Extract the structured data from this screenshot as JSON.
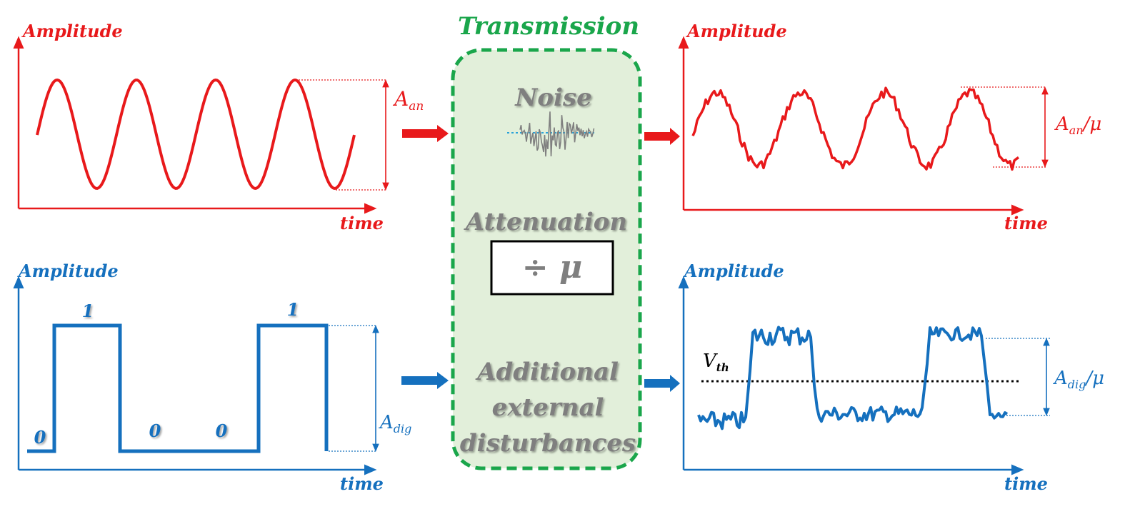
{
  "colors": {
    "analog": "#e8191b",
    "digital": "#1570be",
    "transmission_border": "#1aa64b",
    "transmission_fill": "#e2efda",
    "transmission_title": "#1aa64b",
    "gray_text": "#7f7f7f",
    "threshold": "#000000"
  },
  "transmission": {
    "title": "Transmission",
    "noise_label": "Noise",
    "attenuation_label": "Attenuation",
    "attenuation_symbol": "÷ μ",
    "disturbance_line1": "Additional",
    "disturbance_line2": "external",
    "disturbance_line3": "disturbances"
  },
  "analog_input": {
    "ylabel": "Amplitude",
    "xlabel": "time",
    "amplitude_label": "A",
    "amplitude_sub": "an",
    "icon": "sine-wave"
  },
  "analog_output": {
    "ylabel": "Amplitude",
    "xlabel": "time",
    "amplitude_label": "A",
    "amplitude_sub": "an",
    "amplitude_suffix": "/μ",
    "icon": "noisy-sine-wave"
  },
  "digital_input": {
    "ylabel": "Amplitude",
    "xlabel": "time",
    "amplitude_label": "A",
    "amplitude_sub": "dig",
    "bits": [
      "0",
      "1",
      "0",
      "0",
      "1"
    ],
    "icon": "square-wave"
  },
  "digital_output": {
    "ylabel": "Amplitude",
    "xlabel": "time",
    "amplitude_label": "A",
    "amplitude_sub": "dig",
    "amplitude_suffix": "/μ",
    "threshold_label": "V",
    "threshold_sub": "th",
    "icon": "noisy-square-wave"
  }
}
